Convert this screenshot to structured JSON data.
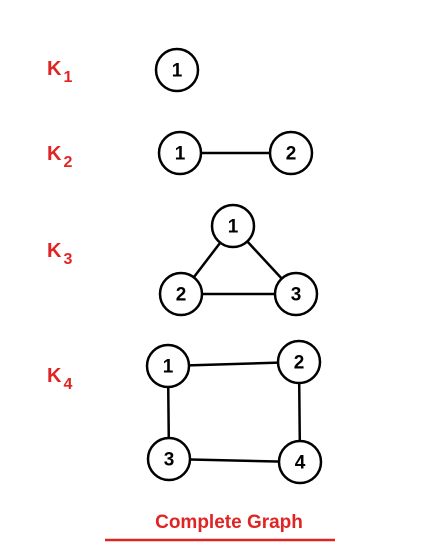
{
  "accent_color": "#e02424",
  "graphs": [
    {
      "label": "K",
      "subscript": "1",
      "nodes": [
        "1"
      ],
      "edges": []
    },
    {
      "label": "K",
      "subscript": "2",
      "nodes": [
        "1",
        "2"
      ],
      "edges": [
        [
          "1",
          "2"
        ]
      ]
    },
    {
      "label": "K",
      "subscript": "3",
      "nodes": [
        "1",
        "2",
        "3"
      ],
      "edges": [
        [
          "1",
          "2"
        ],
        [
          "1",
          "3"
        ],
        [
          "2",
          "3"
        ]
      ]
    },
    {
      "label": "K",
      "subscript": "4",
      "nodes": [
        "1",
        "2",
        "3",
        "4"
      ],
      "edges": [
        [
          "1",
          "2"
        ],
        [
          "1",
          "3"
        ],
        [
          "2",
          "4"
        ],
        [
          "3",
          "4"
        ]
      ]
    }
  ],
  "caption": "Complete Graph"
}
